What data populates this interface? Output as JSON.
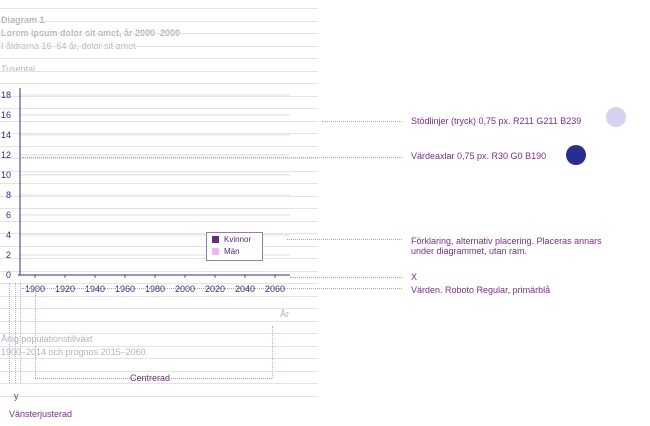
{
  "diagram": {
    "label": "Diagram 1",
    "title": "Lorem ipsum dolor sit amet, år 2000–2000",
    "subtitle": "I åldrarna 16–64 år, dolor sit amet",
    "unit_label": "Tusental",
    "x_axis_label": "År",
    "source_line1": "Årlig populationstillväxt",
    "source_line2": "1900–2014 och prognos 2015–2060."
  },
  "chart_data": {
    "type": "line",
    "title": "Lorem ipsum dolor sit amet, år 2000–2000",
    "subtitle": "I åldrarna 16–64 år, dolor sit amet",
    "ylabel": "Tusental",
    "xlabel": "År",
    "x_ticks": [
      "1900",
      "1920",
      "1940",
      "1960",
      "1980",
      "2000",
      "2020",
      "2040",
      "2060"
    ],
    "y_ticks": [
      "0",
      "2",
      "4",
      "6",
      "8",
      "10",
      "12",
      "14",
      "16",
      "18"
    ],
    "xlim": [
      1890,
      2070
    ],
    "ylim": [
      0,
      19
    ],
    "grid": true,
    "series": [
      {
        "name": "Kvinnor",
        "color": "#6b2a7e",
        "values": []
      },
      {
        "name": "Män",
        "color": "#f0b4e6",
        "values": []
      }
    ],
    "legend_position": "inside-bottom-right"
  },
  "annotations": {
    "guidelines": "Stödlinjer (tryck) 0,75 px. R211 G211 B239",
    "axes": "Värdeaxlar 0,75 px. R30 G0 B190",
    "legend": "Förklaring, alternativ placering. Placeras annars",
    "legend2": "under diagrammet, utan ram.",
    "x": "X",
    "values": "Värden. Roboto Regular, primärblå",
    "centered": "Centrerad",
    "y": "y",
    "left_aligned": "Vänsterjusterad"
  },
  "colors": {
    "guideline_swatch": "#d3d3ef",
    "axis_swatch": "#1e00be",
    "text_grey": "#b4b4b4",
    "annotation_purple": "#7a2d8a",
    "tick_blue": "#2c2c7e",
    "kvinnor": "#6b2a7e",
    "man": "#f0b4e6"
  }
}
